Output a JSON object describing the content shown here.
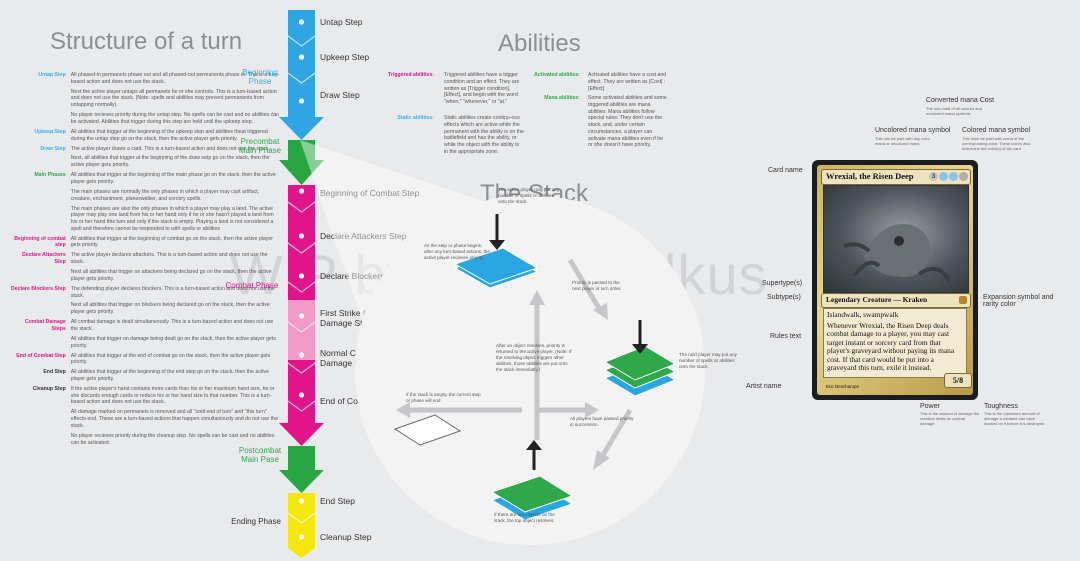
{
  "title_structure": "Structure of a turn",
  "title_abilities": "Abilities",
  "title_stack": "The Stack",
  "watermark": "WIP by Chris Malkus",
  "steps": [
    {
      "label": "Untap Step"
    },
    {
      "label": "Upkeep Step"
    },
    {
      "label": "Draw Step"
    },
    {
      "label": "Beginning of Combat Step"
    },
    {
      "label": "Declare Attackers Step"
    },
    {
      "label": "Declare Blockers Step"
    },
    {
      "label": "First Strike Combat Damage Step"
    },
    {
      "label": "Normal Combat Damage Step"
    },
    {
      "label": "End of Combat Step"
    },
    {
      "label": "End Step"
    },
    {
      "label": "Cleanup Step"
    }
  ],
  "phases": [
    {
      "label": "Beginning Phase",
      "color": "#3ab0e6"
    },
    {
      "label": "Precombat Main Phase",
      "color": "#2ea84a"
    },
    {
      "label": "Combat Phase",
      "color": "#e0188c"
    },
    {
      "label": "Postcombat Main Pase",
      "color": "#2ea84a"
    },
    {
      "label": "Ending Phase",
      "color": "#333333"
    }
  ],
  "rules": [
    {
      "label": "Untap Step",
      "color": "#3ab0e6",
      "text": "All phased-in permanets phase out and all phased-out permanents phase in. This is a turn-based action and does not use the stack."
    },
    {
      "label": "",
      "color": "#3ab0e6",
      "text": "Next the active player untaps all permanets he or she controls. This is a turn-based action and does not use the stack. (Note: spells and abilities may prevent permanents from untapping normally)."
    },
    {
      "label": "",
      "color": "#3ab0e6",
      "text": "No player recieves priority during the untap step. No spells can be cast and no abilities can be activated. Abilities that trigger during this step are held until the upkeep step."
    },
    {
      "label": "Upkeep Step",
      "color": "#3ab0e6",
      "text": "All abilities that trigger at the beginning of the upkeep step and abilities theat triggered during the untap step go on the stack, then the active player gets priority."
    },
    {
      "label": "Draw Step",
      "color": "#3ab0e6",
      "text": "The active player draws a card. This is a turn-based action and does not use the stack."
    },
    {
      "label": "",
      "color": "#3ab0e6",
      "text": "Next, all abilities that trigger at the beginning of the draw setp go on the stack, then the active player gets priority."
    },
    {
      "label": "Main Phases",
      "color": "#2ea84a",
      "text": "All abilities that trigger at the beginning of the main phase go on the stack, then the active player gets priority."
    },
    {
      "label": "",
      "color": "#2ea84a",
      "text": "The main phases are normally the only phases in which a player may cast artifact, creature, enchantment, planeswalker, and sorcery spells."
    },
    {
      "label": "",
      "color": "#2ea84a",
      "text": "The main phases are also the only phases in which a player may play a land. The active player may play one land from his or her hand only if he or she hasn't played a land from his or her hand this turn and only if the stack is empty. Playing a land is not considered a spell and therefore cannot be responded to with spells or abilities"
    },
    {
      "label": "Beginning of combat step",
      "color": "#e0188c",
      "text": "All abilities that trigger at the beginning of combat go on the stack, then the active player gets priority."
    },
    {
      "label": "Declare Attackers Step",
      "color": "#e0188c",
      "text": "The active player declares attackers. This is a turn-based action and does not use the stack."
    },
    {
      "label": "",
      "color": "#e0188c",
      "text": "Next all abilities that trigger on attackers being declared go on the stack, then the active player gets priority."
    },
    {
      "label": "Declare Blockers Step",
      "color": "#e0188c",
      "text": "The defending player declares blockers. This is a turn-based action and does not use the stack."
    },
    {
      "label": "",
      "color": "#e0188c",
      "text": "Next all abilities that trigger on blockers being declared go on the stack, then the active player gets priority."
    },
    {
      "label": "Combat Damage Steps",
      "color": "#e0188c",
      "text": "All combat damage is dealt simultaneously. This is a turn-based action and does not use the stack."
    },
    {
      "label": "",
      "color": "#e0188c",
      "text": "All abilities that trigger on damage being dealt go on the stack, then the active player gets priority."
    },
    {
      "label": "End of Combat Step",
      "color": "#e0188c",
      "text": "All abilities that trigger at the end of combat go on the stack, then the active player gets priority."
    },
    {
      "label": "End Step",
      "color": "#333333",
      "text": "All abilities that trigger at the beginning of the end step go on the stack, then the active player gets priority."
    },
    {
      "label": "Cleanup Step",
      "color": "#333333",
      "text": "If the active player's hand contains more cards than his or her maximum hand size, he or she discards enough cards to reduce his or her hand size to that number. This is a turn-based action and does not use the stack."
    },
    {
      "label": "",
      "color": "#333333",
      "text": "All damage marked on permanets is removed and all \"until end of turn\" and \"this turn\" effects end. These are a turn-based actions that happen simultaniously and do not use the stack."
    },
    {
      "label": "",
      "color": "#333333",
      "text": "No player recieves priority during the cleanup step. No spells can be cast and no abilities can be activated."
    }
  ],
  "abilities": {
    "triggered_label": "Triggered abilities:",
    "triggered_text": "Triggered abilities have a trigger condition and an effect. They are written as [Trigger condition], [Effect], and begin with the word \"when,\" \"whenever,\" or \"at.\"",
    "static_label": "Static abilities:",
    "static_text": "Static abilities create continu-ous effects which are active while the permanent with the ability is on the battlefield and has the ability, or while the object with the ability is in the appropriate zone.",
    "activated_label": "Activated abilities:",
    "activated_text": "Activated abilities have a cost and effect. They are written as [Cost] : [Effect]",
    "mana_label": "Mana abilities:",
    "mana_text": "Some activated abilities and some triggered abilities are mana abilities. Mana abilities follow special rules: They don't use the stack, and, under certain circumstances, a player can activate mana abilities even if he or she doesn't have priority.",
    "label_color": "#e0188c",
    "label_color2": "#3ab0e6"
  },
  "stack": {
    "top_note": "The active player may put any number of spells or abilities onto the stack.",
    "begin_note": "As the step or phase begins, after any turn-based actions, the active player recieves priority",
    "priority_note": "Priority is passed to the next player in turn order.",
    "resolve_note": "After an object resolves, priority is returned to the active player. (Note: If the resolving object triggers other abilities, those abilities are put onto the stack immediatly.)",
    "next_note": "The next player may put any number of spells or abilities onto the stack.",
    "empty_note": "If the stack is empty, the current step or phase will end.",
    "passed_note": "All players have passed priority in succession.",
    "bottom_note": "If there are any objects on the stack, the top object resolves."
  },
  "card": {
    "name": "Wrexial, the Risen Deep",
    "type_line": "Legendary Creature — Kraken",
    "keywords": "Islandwalk, swampwalk",
    "rules_text": "Whenever Wrexial, the Risen Deep deals combat damage to a player, you may cast target instant or sorcery card from that player's graveyard without paying its mana cost. If that card would be put into a graveyard this turn, exile it instead.",
    "pt": "5/8",
    "artist": "Eric Deschamps",
    "mana_cost": [
      "3",
      "U",
      "U",
      "B"
    ]
  },
  "card_labels": {
    "cmc": "Converted mana Cost",
    "cmc_sub": "The sum total of all colored and uncolored mana symbols",
    "uncolored": "Uncolored mana symbol",
    "uncolored_sub": "This can be paid with any color mana or uncolored mana",
    "colored": "Colored mana symbol",
    "colored_sub": "This must be paid with mana of the corresponding color. These colors also determine the color(s) of the card",
    "card_name": "Card name",
    "supertype": "Supertype(s)",
    "subtype": "Subtype(s)",
    "rules": "Rules text",
    "artist_name": "Artist name",
    "expansion": "Expansion symbol and rarity color",
    "power": "Power",
    "power_sub": "This is the amount of damage the creature deals as combat damage",
    "toughness": "Toughness",
    "toughness_sub": "This is the maximum amount of damage a creature can have marked on it before it is destroyed"
  }
}
